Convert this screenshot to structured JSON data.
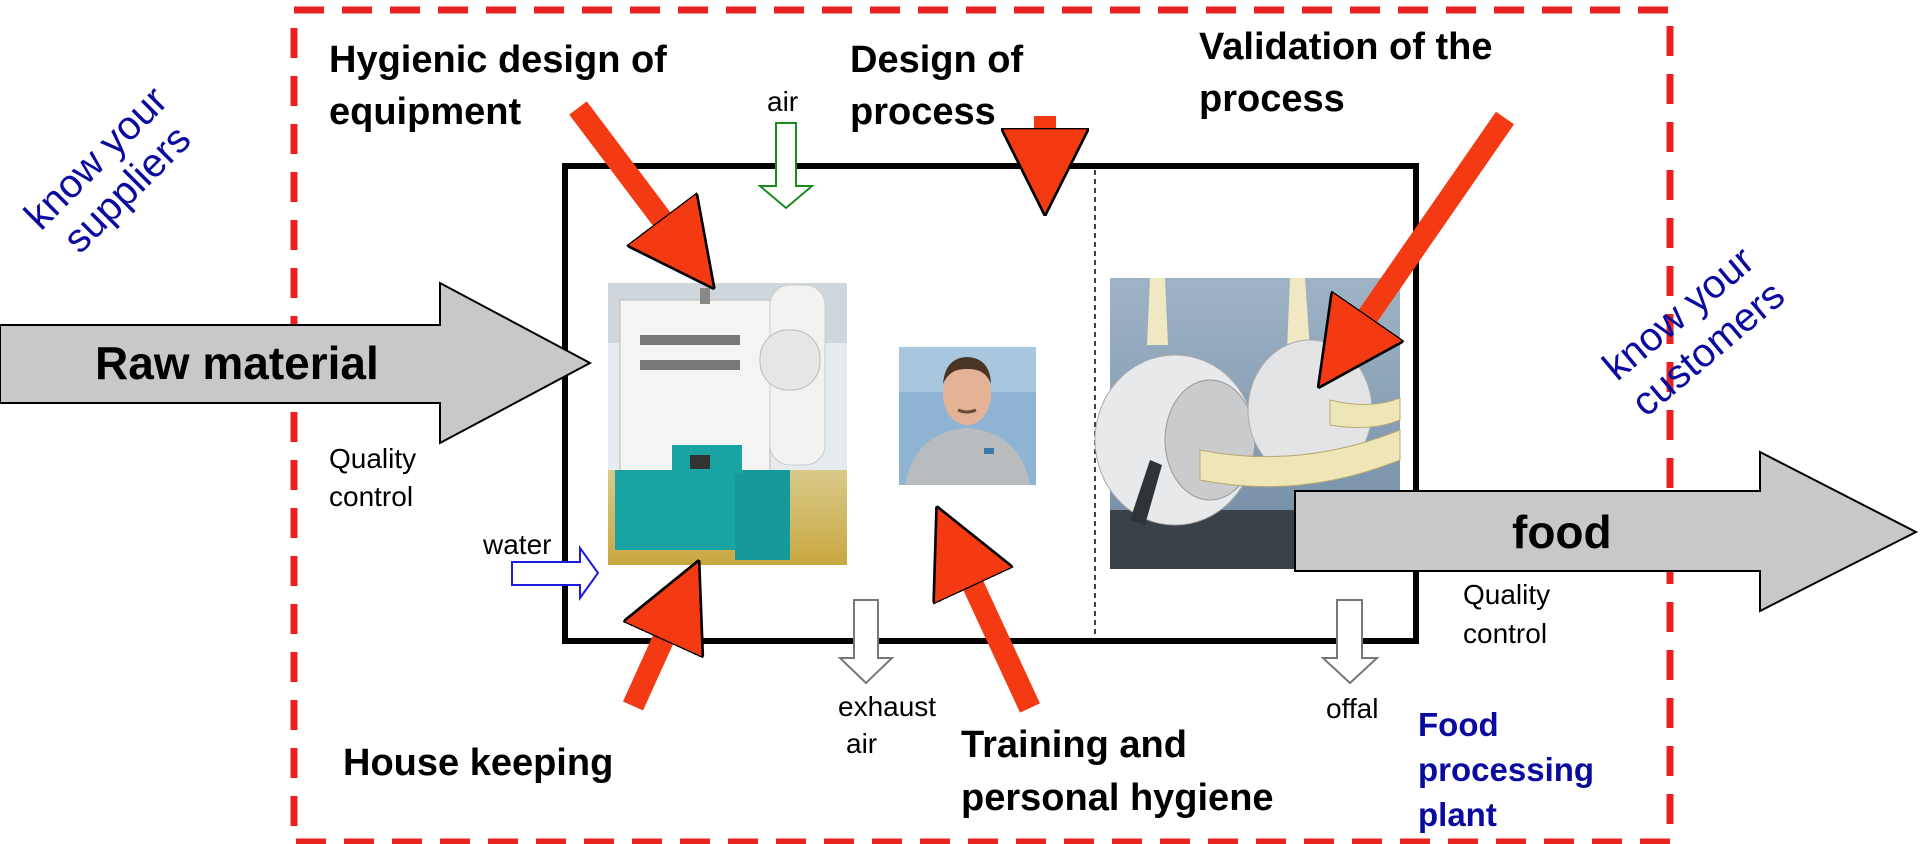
{
  "labels": {
    "know_suppliers": [
      "know your",
      "suppliers"
    ],
    "know_customers": [
      "know your",
      "customers"
    ],
    "raw_material": "Raw material",
    "food": "food",
    "quality_control_in": [
      "Quality",
      "control"
    ],
    "quality_control_out": [
      "Quality",
      "control"
    ],
    "water": "water",
    "air": "air",
    "exhaust_air": [
      "exhaust",
      "air"
    ],
    "offal": "offal",
    "hygienic_design": [
      "Hygienic design of",
      "equipment"
    ],
    "design_process": [
      "Design of",
      "process"
    ],
    "validation": [
      "Validation of the",
      "process"
    ],
    "house_keeping": "House keeping",
    "training": [
      "Training and",
      "personal hygiene"
    ],
    "plant": [
      "Food",
      "processing",
      "plant"
    ]
  },
  "colors": {
    "boundary": "#e8231f",
    "arrow_red": "#f33a12",
    "arrow_gray": "#c8c8c8",
    "text_blue": "#0a0aa0",
    "air_green": "#1a8a1a",
    "water_blue": "#1a1ae0"
  },
  "images": {
    "machine": "grain-cleaning-machine",
    "worker": "worker-portrait",
    "fans": "fan-blowers"
  }
}
